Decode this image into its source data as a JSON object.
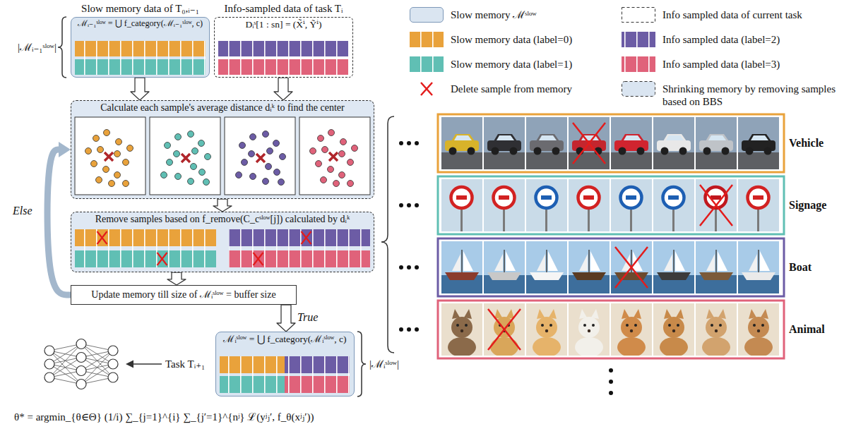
{
  "diagram": {
    "nodes": [
      {
        "text": [
          "Slow memory data of T₀,ᵢ₋₁",
          "ℳᵢ₋₁ˢˡᵒʷ = ⋃ f_category(ℳᵢ₋₁ˢˡᵒʷ, c)"
        ]
      },
      {
        "text": [
          "Info-sampled data of task Tᵢ",
          "Dᵢˢ[1 : sn] = (X̃ⁱ, Ỹⁱ)"
        ]
      },
      {
        "text": [
          "Calculate each sample's average distance dᵢᵏ to find the center"
        ]
      },
      {
        "text": [
          "Remove samples based on f_remove(C_cˢˡᵒʷ[j]) calculated by dᵢᵏ"
        ]
      },
      {
        "text": [
          "Update memory till size of ℳᵢˢˡᵒʷ = buffer size"
        ]
      },
      {
        "text": [
          "ℳᵢˢˡᵒʷ = ⋃ f_category(ℳᵢˢˡᵒʷ, c)"
        ]
      }
    ],
    "edges": [
      {
        "from": 0,
        "to": 2,
        "arrow": "to"
      },
      {
        "from": 1,
        "to": 2,
        "arrow": "to"
      },
      {
        "from": 2,
        "to": 3,
        "arrow": "to"
      },
      {
        "from": 3,
        "to": 4,
        "arrow": "to"
      },
      {
        "from": 4,
        "to": 5,
        "arrow": "to",
        "label": "True"
      },
      {
        "from": 4,
        "to": 2,
        "arrow": "to",
        "label": "Else"
      }
    ],
    "labels": [
      "|ℳᵢ₋₁ˢˡᵒʷ|",
      "|ℳᵢˢˡᵒʷ|",
      "Task Tᵢ₊₁",
      "θ* = argmin_{θ∈Θ} (1/i) ∑_{j=1}^{i} ∑_{j′=1}^{nʲ} ℒ(yʲⱼ′, f_θ(xʲⱼ′))",
      "Vehicle",
      "Signage",
      "Boat",
      "Animal"
    ],
    "legend": [
      {
        "text": "Slow memory ℳˢˡᵒʷ",
        "color": "#dae5f1"
      },
      {
        "text": "Info sampled data of current task"
      },
      {
        "text": "Slow memory data (label=0)",
        "color": "#e9a23b"
      },
      {
        "text": "Info sampled data (label=2)",
        "color": "#6c5ca5"
      },
      {
        "text": "Slow memory data (label=1)",
        "color": "#60bfb4"
      },
      {
        "text": "Info sampled data (label=3)",
        "color": "#e0627a"
      },
      {
        "text": "Delete sample from memory"
      },
      {
        "text": "Shrinking memory by removing samples based on BBS"
      }
    ]
  }
}
